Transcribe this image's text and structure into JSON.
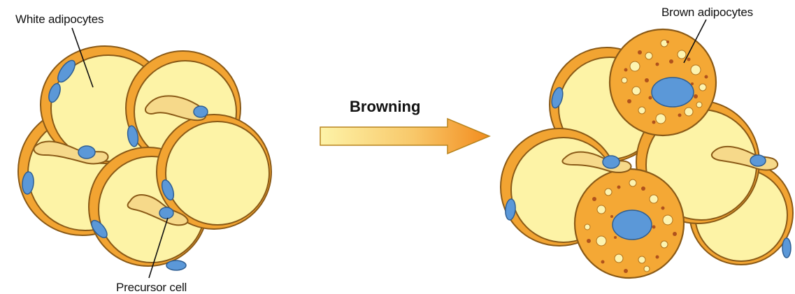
{
  "labels": {
    "white_adipocytes": "White adipocytes",
    "brown_adipocytes": "Brown adipocytes",
    "browning": "Browning",
    "precursor_cell": "Precursor cell"
  },
  "colors": {
    "cell_fill": "#fdf3a6",
    "cell_stroke": "#8a5a17",
    "membrane": "#f2a432",
    "nucleus": "#5b98d8",
    "brown_cell_fill": "#f4a835",
    "brown_dots": "#b0521c",
    "lipid_droplet": "#fdf4b0",
    "arrow_start": "#fdf3a8",
    "arrow_end": "#f28c1e"
  }
}
